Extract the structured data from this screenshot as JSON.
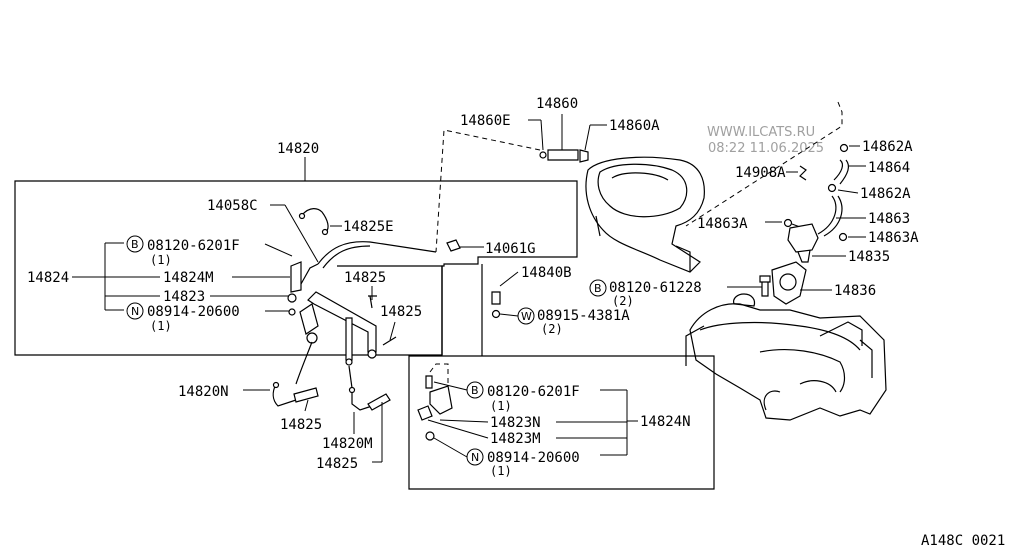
{
  "watermark": {
    "site": "WWW.ILCATS.RU",
    "stamp": "08:22 11.06.2025"
  },
  "figure_code": "A148C 0021",
  "labels": {
    "p14820": "14820",
    "p14824": "14824",
    "p14058C": "14058C",
    "p14825E": "14825E",
    "p14061G": "14061G",
    "b1_num": "08120-6201F",
    "b1_qty": "(1)",
    "p14824M": "14824M",
    "p14823": "14823",
    "n1_num": "08914-20600",
    "n1_qty": "(1)",
    "p14825_a": "14825",
    "p14825_b": "14825",
    "p14820N": "14820N",
    "p14825_c": "14825",
    "p14820M": "14820M",
    "p14825_d": "14825",
    "p14860": "14860",
    "p14860E": "14860E",
    "p14860A": "14860A",
    "p14840B": "14840B",
    "w1_num": "08915-4381A",
    "w1_qty": "(2)",
    "b2_num": "08120-61228",
    "b2_qty": "(2)",
    "p14836": "14836",
    "p14835": "14835",
    "p14862A_a": "14862A",
    "p14864": "14864",
    "p14908A": "14908A",
    "p14862A_b": "14862A",
    "p14863A_a": "14863A",
    "p14863": "14863",
    "p14863A_b": "14863A",
    "b3_num": "08120-6201F",
    "b3_qty": "(1)",
    "p14823N": "14823N",
    "p14824N": "14824N",
    "p14823M": "14823M",
    "n2_num": "08914-20600",
    "n2_qty": "(1)"
  },
  "symbols": {
    "bolt": "B",
    "nut": "N",
    "washer": "W"
  }
}
